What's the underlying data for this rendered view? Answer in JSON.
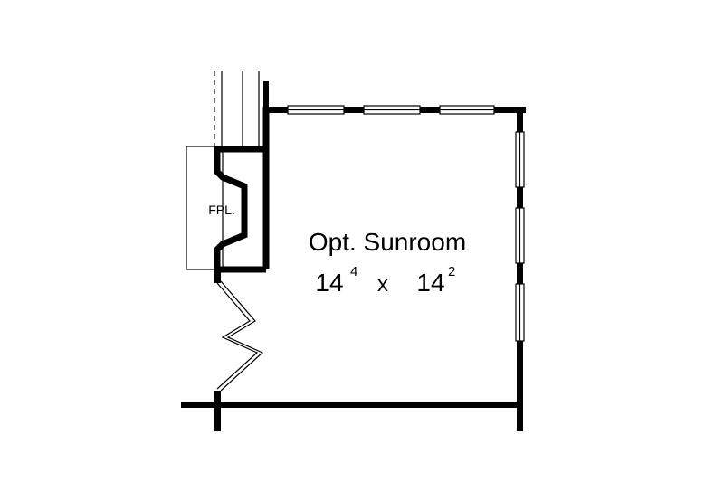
{
  "room": {
    "name": "Opt. Sunroom",
    "width_ft": "14",
    "width_in": "4",
    "by": "x",
    "depth_ft": "14",
    "depth_in": "2"
  },
  "fireplace": {
    "label": "FPL."
  },
  "colors": {
    "line": "#000000",
    "background": "#ffffff"
  }
}
